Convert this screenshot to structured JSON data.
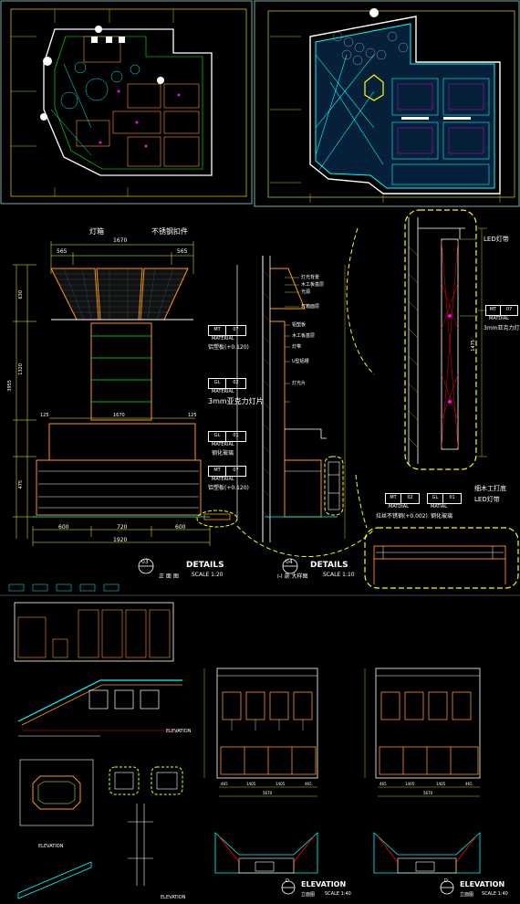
{
  "labels": {
    "lightbox": "灯箱",
    "steel_edge": "不锈钢扣件",
    "acrylic_sheet": "3mm亚克力灯片",
    "led_strip_top": "LED灯带",
    "acrylic_sheet_right": "3mm亚克力灯",
    "fine_wood_base": "细木工打底",
    "led_strip_bottom": "LED灯带",
    "stainless_steel": "拉丝不锈钢(+0.002)",
    "tempered_glass_bottom": "钢化玻璃",
    "material_word": "MATERIAL",
    "matdial_word": "MATDIAL",
    "matial_word": "MATIAL"
  },
  "material_tags": {
    "mt07_a": {
      "code": "MT",
      "num": "07",
      "desc": "铝塑板(+0.120)"
    },
    "gl02": {
      "code": "GL",
      "num": "02"
    },
    "gl01_a": {
      "code": "GL",
      "num": "01",
      "desc": "钢化玻璃"
    },
    "mt07_b": {
      "code": "MT",
      "num": "07",
      "desc": "铝塑板(+0.120)"
    },
    "mt02_r": {
      "code": "MT",
      "num": "02"
    },
    "gl01_r": {
      "code": "GL",
      "num": "01"
    },
    "mt07_right": {
      "code": "MT",
      "num": "07"
    }
  },
  "section_labels": [
    "灯光背景",
    "木工板基层",
    "光源",
    "灯箱面层",
    "铝塑板",
    "木工板基层",
    "灯带",
    "U型铝槽",
    "灯光片"
  ],
  "dimensions": {
    "top_1670": "1670",
    "top_565_l": "565",
    "top_565_r": "565",
    "mid_1670": "1670",
    "mid_125_l": "125",
    "mid_125_r": "125",
    "bot_600": "600",
    "bot_720": "720",
    "bot_600_r": "600",
    "bot_1920": "1920",
    "v_630": "630",
    "v_1320": "1320",
    "v_3955": "3955",
    "v_475": "475",
    "v_1475": "1475"
  },
  "titles": {
    "details_03_num": "03",
    "details_03": "DETAILS",
    "details_03_sub": "正 面 图",
    "details_03_scale": "SCALE 1:20",
    "details_04_num": "04",
    "details_04": "DETAILS",
    "details_04_sub": "I-I 剖 大样图",
    "details_04_scale": "SCALE 1:10",
    "elev_small_1": "ELEVATION",
    "elev_small_2": "ELEVATION",
    "elev_small_3": "ELEVATION",
    "elev_d1_letter": "D",
    "elev_d1": "ELEVATION",
    "elev_d1_sub": "立面图",
    "elev_d1_scale": "SCALE 1:40",
    "elev_d2_letter": "D",
    "elev_d2": "ELEVATION",
    "elev_d2_sub": "立面图",
    "elev_d2_scale": "SCALE 1:40"
  },
  "elevation_dims": {
    "a_465": "465",
    "a_1405": "1405",
    "a_1405b": "1405",
    "a_465b": "465",
    "a_5670": "5670",
    "b_465": "465",
    "b_1405": "1405",
    "b_1405b": "1405",
    "b_465b": "465",
    "b_5670": "5670"
  },
  "colors": {
    "background": "#000000",
    "frame": "#ffffff",
    "cyan": "#00ffff",
    "yellow": "#ffff00",
    "orange": "#ff9900",
    "green": "#00ff00",
    "red": "#ff0000",
    "magenta": "#ff00ff"
  }
}
